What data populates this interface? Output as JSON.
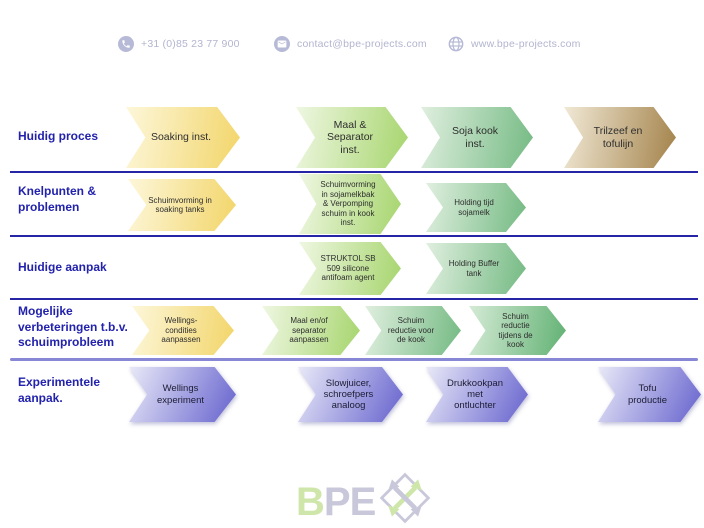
{
  "header": {
    "phone": {
      "icon": "phone-icon",
      "text": "+31 (0)85 23 77 900"
    },
    "email": {
      "icon": "email-icon",
      "text": "contact@bpe-projects.com"
    },
    "website": {
      "icon": "globe-icon",
      "text": "www.bpe-projects.com"
    }
  },
  "rows": [
    {
      "label": "Huidig proces",
      "arrows": [
        {
          "text": "Soaking inst.",
          "palette": "yellow"
        },
        {
          "text": "Maal & Separator inst.",
          "palette": "light-green"
        },
        {
          "text": "Soja kook inst.",
          "palette": "green"
        },
        {
          "text": "Trilzeef en tofulijn",
          "palette": "tan"
        }
      ]
    },
    {
      "label": "Knelpunten & problemen",
      "arrows": [
        {
          "text": "Schuimvorming in soaking tanks",
          "palette": "yellow"
        },
        {
          "text": "Schuimvorming in sojamelkbak & Verpomping schuim in kook inst.",
          "palette": "light-green"
        },
        {
          "text": "Holding tijd sojamelk",
          "palette": "green"
        }
      ]
    },
    {
      "label": "Huidige aanpak",
      "arrows": [
        {
          "text": "STRUKTOL SB 509 silicone antifoam agent",
          "palette": "light-green"
        },
        {
          "text": "Holding Buffer tank",
          "palette": "green"
        }
      ]
    },
    {
      "label": "Mogelijke verbeteringen t.b.v. schuimprobleem",
      "arrows": [
        {
          "text": "Wellings- condities aanpassen",
          "palette": "yellow"
        },
        {
          "text": "Maal en/of separator aanpassen",
          "palette": "light-green"
        },
        {
          "text": "Schuim reductie voor de kook",
          "palette": "green"
        },
        {
          "text": "Schuim reductie tijdens de kook",
          "palette": "green-dark"
        }
      ]
    },
    {
      "label": "Experimentele aanpak.",
      "arrows": [
        {
          "text": "Wellings experiment",
          "palette": "purple"
        },
        {
          "text": "Slowjuicer, schroefpers analoog",
          "palette": "purple"
        },
        {
          "text": "Drukkookpan met ontluchter",
          "palette": "purple"
        },
        {
          "text": "Tofu productie",
          "palette": "purple"
        }
      ]
    }
  ],
  "logo": {
    "b": "B",
    "pe": "PE"
  },
  "colors": {
    "label_blue": "#2222ad",
    "divider_navy": "#2525a5",
    "divider_periwinkle": "#8787d6",
    "header_gray": "#b2b5cf",
    "arrow_yellow": "#f2d569",
    "arrow_light_green": "#a6d56d",
    "arrow_green": "#74ba83",
    "arrow_green_dark": "#61b173",
    "arrow_tan": "#a3824a",
    "arrow_purple": "#6562cd"
  }
}
